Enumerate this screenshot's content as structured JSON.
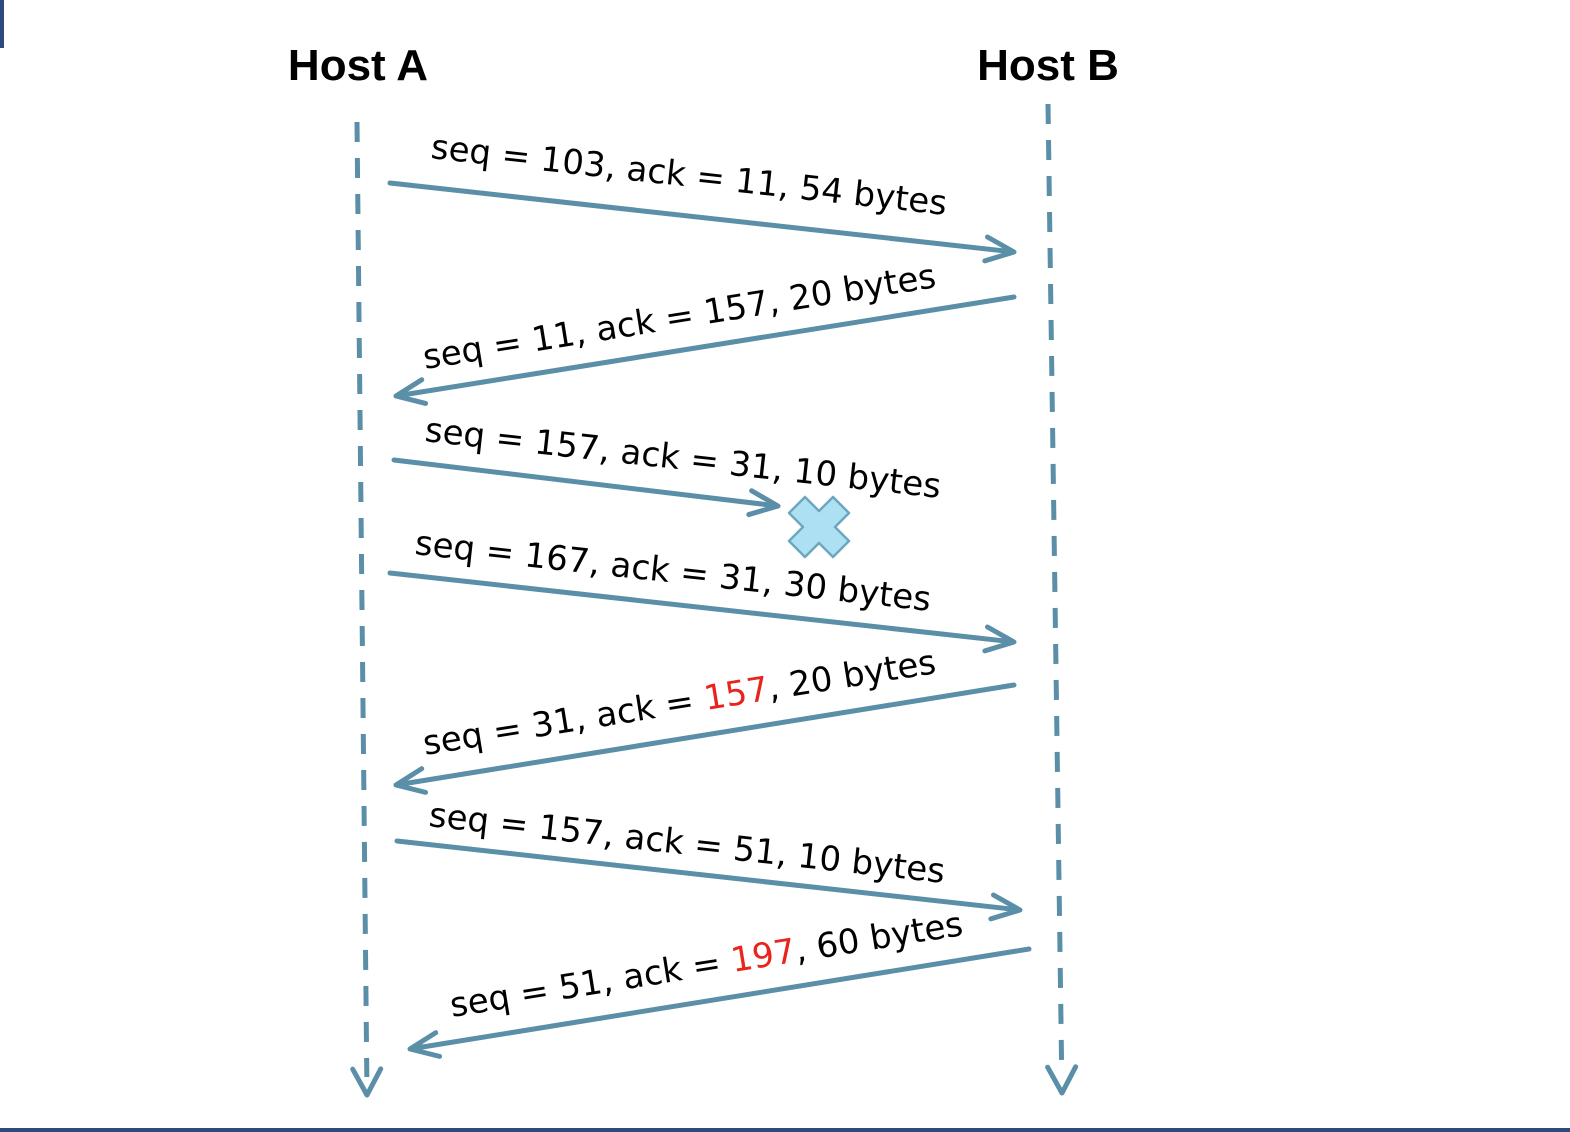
{
  "colors": {
    "line": "#5b8fa8",
    "highlight": "#e8241c",
    "loss_fill": "#aee0f3",
    "loss_stroke": "#6ca7c0",
    "text": "#000000",
    "frame": "#2d4a7c"
  },
  "hosts": {
    "a": {
      "label": "Host A"
    },
    "b": {
      "label": "Host B"
    }
  },
  "messages": [
    {
      "direction": "A-to-B",
      "lost": false,
      "parts": [
        {
          "text": "seq = 103, ack = 11, 54 bytes"
        }
      ]
    },
    {
      "direction": "B-to-A",
      "lost": false,
      "parts": [
        {
          "text": "seq = 11, ack = 157, 20 bytes"
        }
      ]
    },
    {
      "direction": "A-to-B",
      "lost": true,
      "parts": [
        {
          "text": "seq = 157, ack = 31, 10 bytes"
        }
      ]
    },
    {
      "direction": "A-to-B",
      "lost": false,
      "parts": [
        {
          "text": "seq = 167, ack = 31, 30 bytes"
        }
      ]
    },
    {
      "direction": "B-to-A",
      "lost": false,
      "parts": [
        {
          "text": "seq = 31, ack = "
        },
        {
          "text": "157",
          "highlight": true
        },
        {
          "text": ", 20 bytes"
        }
      ]
    },
    {
      "direction": "A-to-B",
      "lost": false,
      "parts": [
        {
          "text": "seq = 157, ack = 51, 10 bytes"
        }
      ]
    },
    {
      "direction": "B-to-A",
      "lost": false,
      "parts": [
        {
          "text": "seq = 51, ack = "
        },
        {
          "text": "197",
          "highlight": true
        },
        {
          "text": ", 60 bytes"
        }
      ]
    }
  ],
  "icons": {
    "loss": "x-mark-icon",
    "arrow": "arrowhead-icon"
  }
}
